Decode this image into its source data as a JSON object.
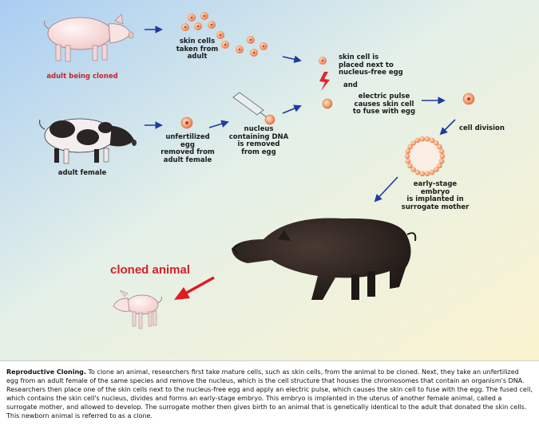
{
  "labels": {
    "adult_cloned": "adult being cloned",
    "adult_female": "adult female",
    "skin_cells": [
      "skin cells",
      "taken from",
      "adult"
    ],
    "egg": [
      "unfertilized",
      "egg",
      "removed from",
      "adult female"
    ],
    "nucleus": [
      "nucleus",
      "containing DNA",
      "is removed",
      "from egg"
    ],
    "placed": [
      "skin cell is",
      "placed next to",
      "nucleus-free egg"
    ],
    "and": "and",
    "pulse": [
      "electric pulse",
      "causes skin cell",
      "to fuse with egg"
    ],
    "cell_division": "cell division",
    "embryo": [
      "early-stage",
      "embryo",
      "is implanted in",
      "surrogate mother"
    ],
    "cloned_animal": "cloned animal"
  },
  "caption": {
    "title": "Reproductive Cloning.",
    "text": "To clone an animal, researchers first take mature cells, such as skin cells, from the animal to be cloned. Next, they take an unfertilized egg from an adult female of the same species and remove the nucleus, which is the cell structure that houses the chromosomes that contain an organism's DNA. Researchers then place one of the skin cells next to the nucleus-free egg and apply an electric pulse, which causes the skin cell to fuse with the egg. The fused cell, which contains the skin cell's nucleus, divides and forms an early-stage embryo. This embryo is implanted in the uterus of another female animal, called a surrogate mother, and allowed to develop. The surrogate mother then gives birth to an animal that is genetically identical to the adult that donated the skin cells. This newborn animal is referred to as a clone."
  },
  "colors": {
    "arrow": "#1f3a9e",
    "red_arrow": "#e01b24",
    "cloned_text": "#d81f26",
    "cell": "#f08a5d"
  }
}
